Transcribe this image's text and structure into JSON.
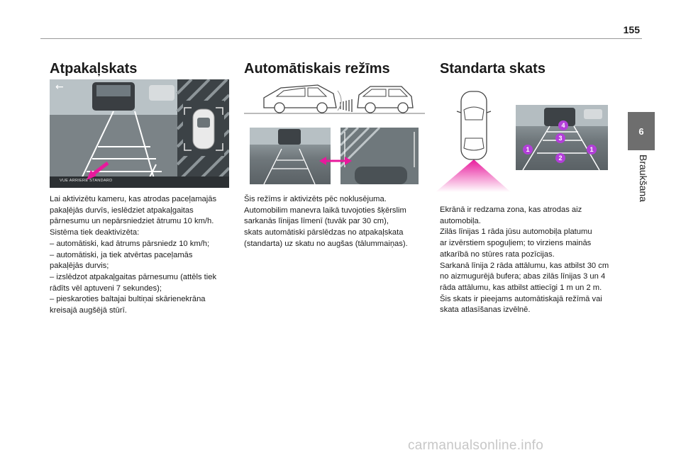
{
  "page": {
    "number": "155"
  },
  "side_tab": {
    "chapter": "6",
    "label": "Braukšana"
  },
  "col1": {
    "title": "Atpakaļskats",
    "camera_banner": "VUE ARRIERE STANDARD",
    "lines": [
      "Lai aktivizētu kameru, kas atrodas paceļamajās",
      "pakaļējās durvīs, ieslēdziet atpakaļgaitas",
      "pārnesumu un nepārsniedziet ātrumu 10 km/h.",
      "Sistēma tiek deaktivizēta:",
      "–  automātiski, kad ātrums pārsniedz 10 km/h;",
      "–  automātiski, ja tiek atvērtas paceļamās",
      "pakaļējās durvis;",
      "–  izslēdzot atpakaļgaitas pārnesumu (attēls tiek",
      "rādīts vēl aptuveni 7 sekundes);",
      "–  pieskaroties baltajai bultiņai skārienekrāna",
      "kreisajā augšējā stūrī."
    ]
  },
  "col2": {
    "title": "Automātiskais režīms",
    "lines": [
      "Šis režīms ir aktivizēts pēc noklusējuma.",
      "Automobilim manevra laikā tuvojoties šķērslim",
      "sarkanās līnijas līmenī (tuvāk par 30 cm),",
      "skats automātiski pārslēdzas no atpakaļskata",
      "(standarta) uz skatu no augšas (tālummaiņas)."
    ]
  },
  "col3": {
    "title": "Standarta skats",
    "markers": [
      "1",
      "2",
      "3",
      "4"
    ],
    "lines": [
      "Ekrānā ir redzama zona, kas atrodas aiz",
      "automobiļa.",
      "Zilās līnijas 1 rāda jūsu automobiļa platumu",
      "ar izvērstiem spoguļiem; to virziens mainās",
      "atkarībā no stūres rata pozīcijas.",
      "Sarkanā līnija 2 rāda attālumu, kas atbilst 30 cm",
      "no aizmugurējā bufera; abas zilās līnijas 3 un 4",
      "rāda attālumu, kas atbilst attiecīgi 1 m un 2 m.",
      "Šis skats ir pieejams automātiskajā režīmā vai",
      "skata atlasīšanas izvēlnē."
    ]
  },
  "footer": {
    "watermark": "carmanualsonline.info"
  },
  "colors": {
    "accent_magenta": "#e8199c",
    "tab_gray": "#6e6e6e",
    "marker_purple": "#b23fd8"
  }
}
